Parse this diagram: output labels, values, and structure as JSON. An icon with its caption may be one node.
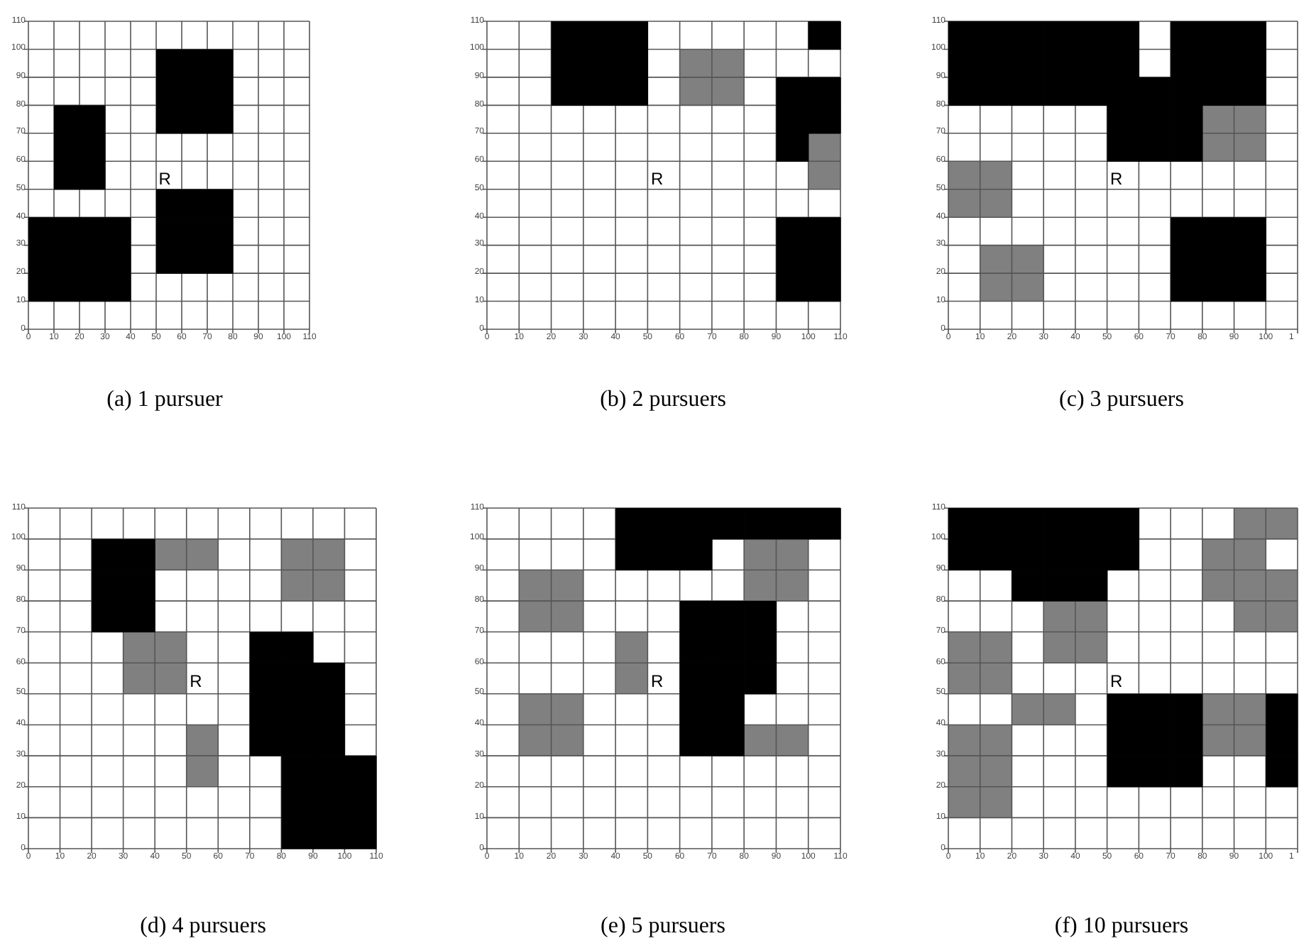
{
  "diagram": {
    "labels": [
      "110",
      "100",
      "90",
      "80",
      "70",
      "60",
      "50",
      "40",
      "30",
      "20",
      "10",
      "0",
      "R",
      "0",
      "10",
      "20",
      "30",
      "40",
      "50",
      "60",
      "70",
      "80",
      "90",
      "100",
      "110",
      "(a) 1 pursuer",
      "110",
      "100",
      "90",
      "80",
      "70",
      "60",
      "50",
      "40",
      "30",
      "20",
      "10",
      "0",
      "R",
      "0",
      "10",
      "20",
      "30",
      "40",
      "50",
      "60",
      "70",
      "80",
      "90",
      "100",
      "110",
      "(b) 2 pursuers",
      "110",
      "100",
      "90",
      "80",
      "70",
      "60",
      "50",
      "40",
      "30",
      "20",
      "10",
      "0",
      "R",
      "0",
      "10",
      "20",
      "30",
      "40",
      "50",
      "60",
      "70",
      "80",
      "90",
      "100",
      "1",
      "(c) 3 pursuers",
      "110",
      "100",
      "90",
      "80",
      "70",
      "60",
      "50",
      "40",
      "30",
      "20",
      "10",
      "0",
      "R",
      "0",
      "10",
      "20",
      "30",
      "40",
      "50",
      "60",
      "70",
      "80",
      "90",
      "100",
      "110",
      "(d) 4 pursuers",
      "110",
      "100",
      "90",
      "80",
      "70",
      "60",
      "50",
      "40",
      "30",
      "20",
      "10",
      "0",
      "R",
      "0",
      "10",
      "20",
      "30",
      "40",
      "50",
      "60",
      "70",
      "80",
      "90",
      "100",
      "110",
      "(e) 5 pursuers",
      "110",
      "100",
      "90",
      "80",
      "70",
      "60",
      "50",
      "40",
      "30",
      "20",
      "10",
      "0",
      "R",
      "0",
      "10",
      "20",
      "30",
      "40",
      "50",
      "60",
      "70",
      "80",
      "90",
      "100",
      "1",
      "(f) 10 pursuers"
    ]
  }
}
